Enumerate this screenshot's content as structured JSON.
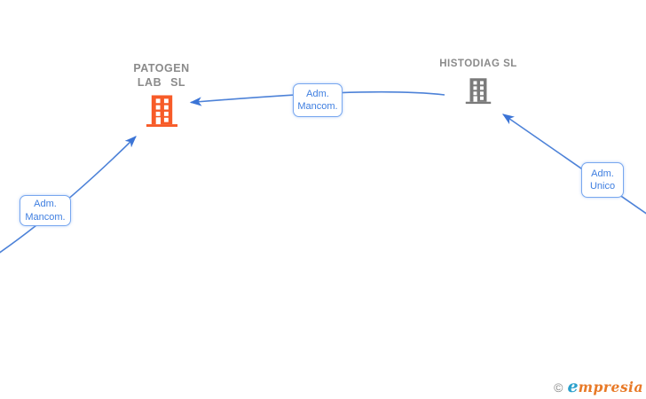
{
  "diagram": {
    "companies": [
      {
        "name_line1": "PATOGEN",
        "name_line2": "LAB SL",
        "icon": "building-icon",
        "icon_color": "#f75b28"
      },
      {
        "name_line1": "HISTODIAG SL",
        "icon": "building-icon",
        "icon_color": "#7a7a7a"
      }
    ],
    "relations": [
      {
        "line1": "Adm.",
        "line2": "Mancom.",
        "position": "middle",
        "arrow_to": "PATOGEN LAB SL",
        "arrow_from": "HISTODIAG SL"
      },
      {
        "line1": "Adm.",
        "line2": "Mancom.",
        "position": "bottom-left",
        "arrow_to": "PATOGEN LAB SL"
      },
      {
        "line1": "Adm.",
        "line2": "Unico",
        "position": "right",
        "arrow_to": "HISTODIAG SL"
      }
    ]
  },
  "footer": {
    "copyright_symbol": "©",
    "brand_initial": "e",
    "brand_rest": "mpresia"
  },
  "colors": {
    "edge_blue": "#4d82d8",
    "arrowhead_blue": "#3b74d6",
    "box_border_blue": "#78a7ef",
    "box_text_blue": "#3e7ee0",
    "company_label_gray": "#8a8a8a",
    "building_orange": "#f75b28",
    "building_gray": "#7a7a7a",
    "brand_blue": "#2aa0cc",
    "brand_orange": "#e87a28",
    "background": "#ffffff"
  }
}
